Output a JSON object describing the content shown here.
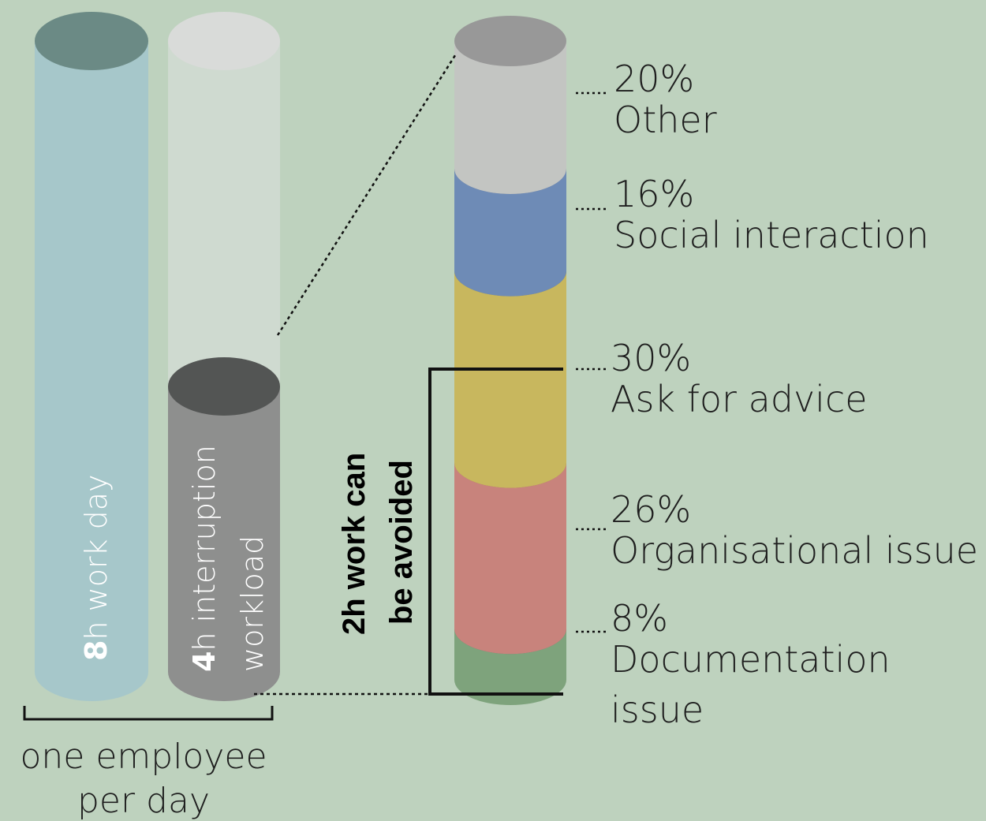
{
  "chart_data": {
    "type": "bar",
    "title": "",
    "total_bar": {
      "hours": 8,
      "number_label": "8",
      "suffix_label": "h work day",
      "color": "#a6c7ca",
      "top_color": "#6b8a85"
    },
    "interruption_bar": {
      "hours": 4,
      "number_label": "4",
      "line1": "h interruption",
      "line2": "workload",
      "color": "#8e8f8e",
      "top_color": "#535554",
      "ghost_color": "#cfdad0",
      "ghost_top_color": "#d9dbd9"
    },
    "group_label": {
      "line1": "one employee",
      "line2": "per day"
    },
    "breakdown_unit": "%",
    "series": [
      {
        "category": "Other",
        "value": 20,
        "percent_label": "20%",
        "label_lines": [
          "Other"
        ],
        "color": "#c3c5c2",
        "top_color": "#989898"
      },
      {
        "category": "Social interaction",
        "value": 16,
        "percent_label": "16%",
        "label_lines": [
          "Social interaction"
        ],
        "color": "#6e8bb6",
        "top_color": "#4d6288"
      },
      {
        "category": "Ask for advice",
        "value": 30,
        "percent_label": "30%",
        "label_lines": [
          "Ask for advice"
        ],
        "color": "#c8b75e",
        "top_color": "#8e8246"
      },
      {
        "category": "Organisational issue",
        "value": 26,
        "percent_label": "26%",
        "label_lines": [
          "Organisational issue"
        ],
        "color": "#c8837c",
        "top_color": "#925f5c"
      },
      {
        "category": "Documentation issue",
        "value": 8,
        "percent_label": "8%",
        "label_lines": [
          "Documentation",
          "issue"
        ],
        "color": "#7ea37c",
        "top_color": "#527872"
      }
    ],
    "avoidable": {
      "line1": "2h work can",
      "line2": "be avoided",
      "hours": 2,
      "categories": [
        "Ask for advice",
        "Organisational issue",
        "Documentation issue"
      ]
    }
  }
}
